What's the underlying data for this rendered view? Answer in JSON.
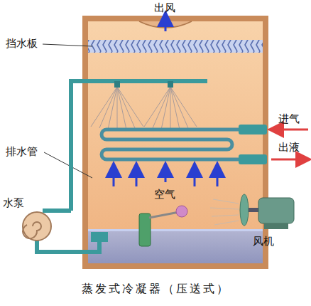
{
  "diagram": {
    "caption": "蒸发式冷凝器（压送式）",
    "labels": [
      "出风",
      "挡水板",
      "进气",
      "排水管",
      "出液",
      "空气",
      "水泵",
      "风机"
    ]
  }
}
